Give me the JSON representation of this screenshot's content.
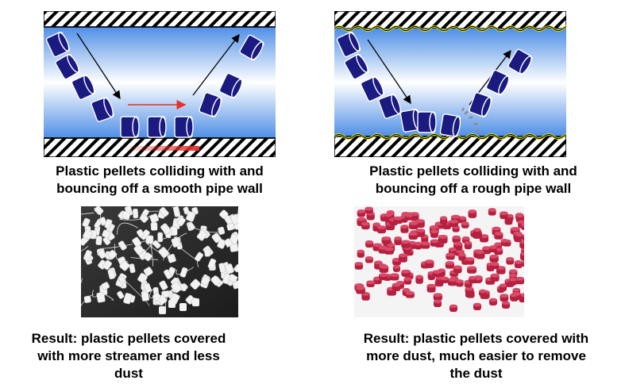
{
  "left": {
    "diagram_caption_line1": "Plastic pellets colliding with and",
    "diagram_caption_line2": "bouncing off a smooth pipe wall",
    "result_line1": "Result: plastic pellets covered",
    "result_line2": "with more streamer and less",
    "result_line3": "dust",
    "pellet_color": "#1a1a80",
    "photo_pellet_color": "#f2f2f2"
  },
  "right": {
    "diagram_caption_line1": "Plastic pellets colliding with and",
    "diagram_caption_line2": "bouncing off a rough pipe wall",
    "result_line1": "Result: plastic pellets covered with",
    "result_line2": "more dust, much easier to remove",
    "result_line3": "the dust",
    "pellet_color": "#1a1a80",
    "photo_pellet_color": "#b5203f"
  },
  "colors": {
    "pipe_gradient_edge": "#4f8fe6",
    "pipe_gradient_center": "#ffffff",
    "friction_arrow": "#e8302a",
    "rough_wall": "#d8d820"
  }
}
